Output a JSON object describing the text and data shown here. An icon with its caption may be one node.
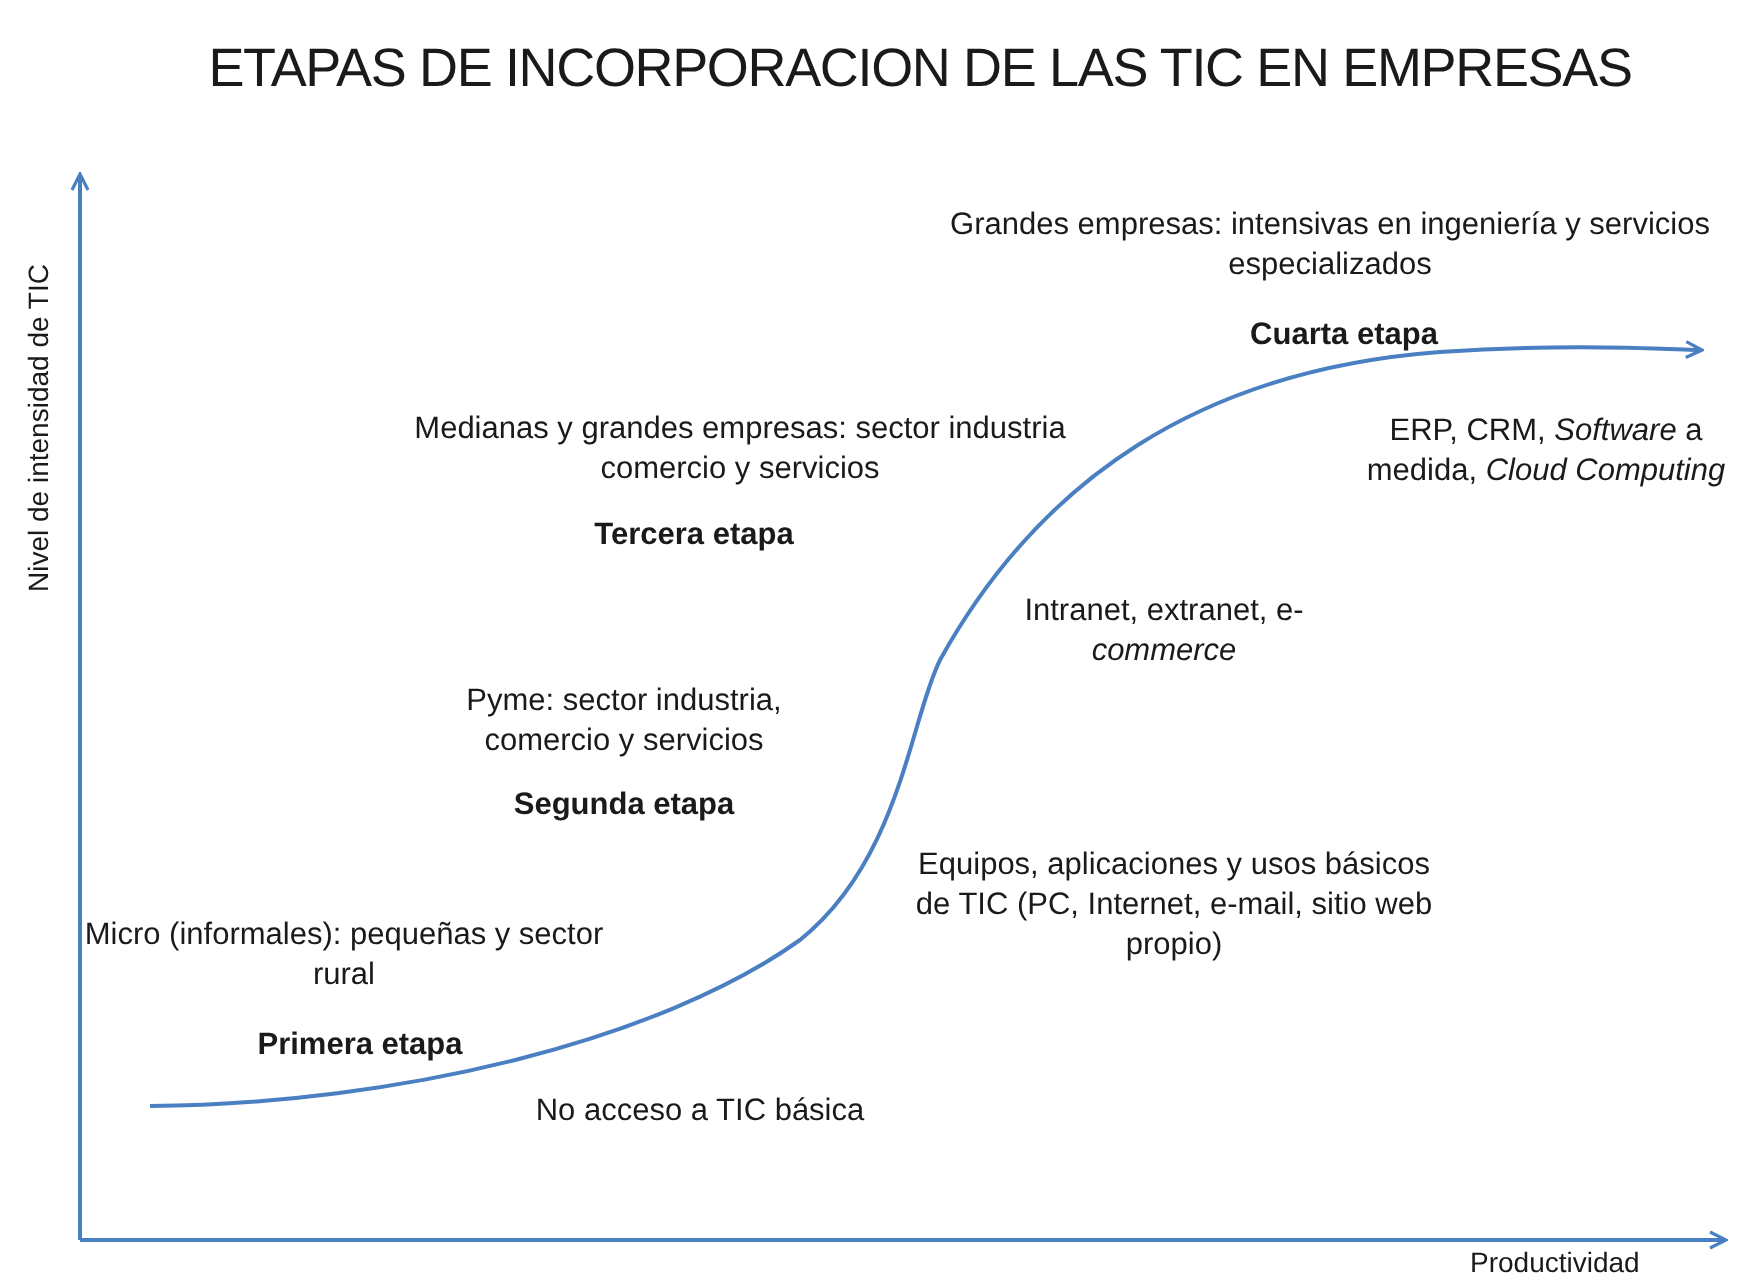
{
  "diagram": {
    "title": "ETAPAS DE INCORPORACION DE LAS TIC EN EMPRESAS",
    "labels": [
      "Grandes empresas: intensivas en ingeniería y servicios especializados",
      "Cuarta etapa",
      "ERP, CRM, *Software* a medida, *Cloud Computing*",
      "Medianas y grandes empresas: sector industria comercio y servicios",
      "Tercera etapa",
      "Intranet, extranet, e-*commerce*",
      "Pyme: sector industria, comercio y servicios",
      "Segunda etapa",
      "Equipos, aplicaciones y usos básicos de TIC (PC, Internet, e-mail, sitio web propio)",
      "Micro (informales): pequeñas y sector rural",
      "Primera etapa",
      "No acceso a TIC básica",
      "Nivel de intensidad de TIC",
      "Productividad"
    ]
  }
}
